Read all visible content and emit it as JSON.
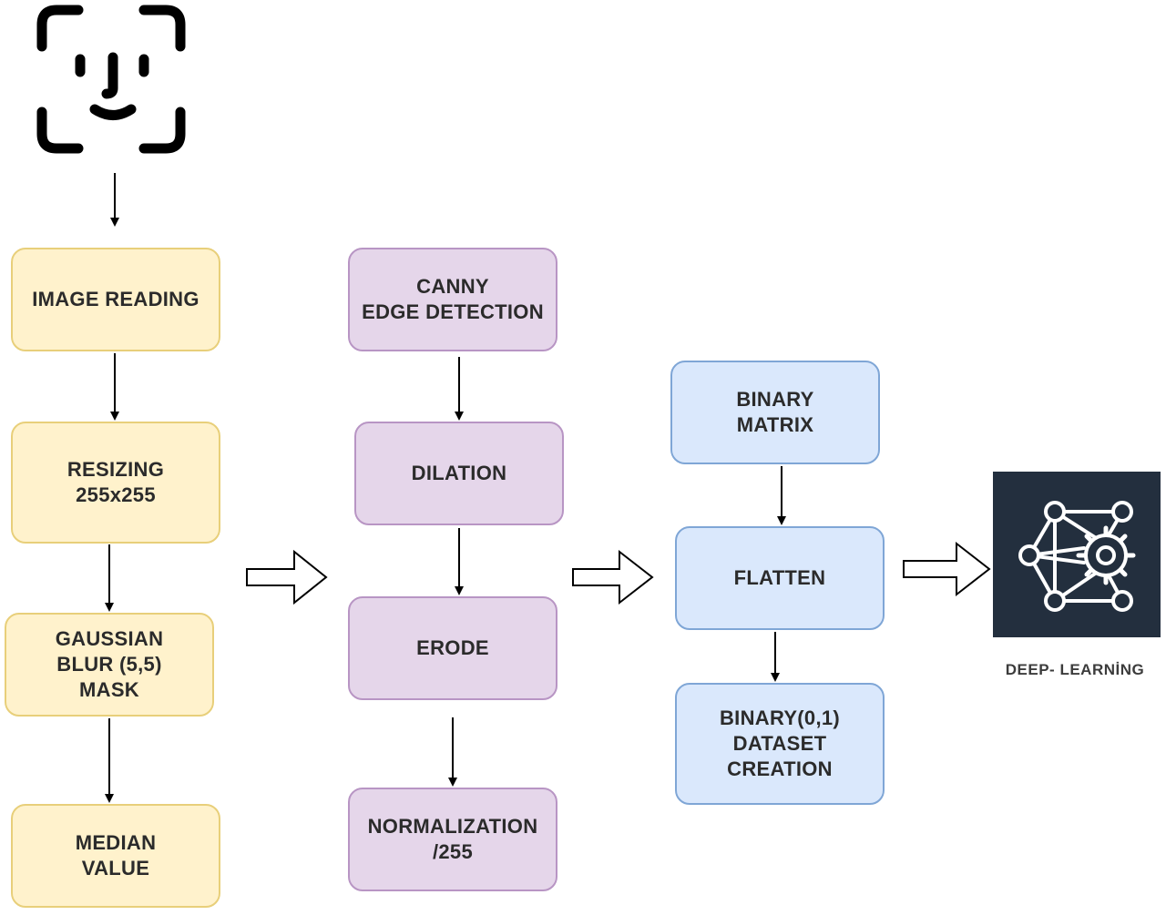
{
  "steps": {
    "image_reading": "IMAGE READING",
    "resizing": "RESIZING\n255x255",
    "gaussian_blur": "GAUSSIAN\nBLUR (5,5)\nMASK",
    "median_value": "MEDIAN\nVALUE",
    "canny": "CANNY\nEDGE DETECTION",
    "dilation": "DILATION",
    "erode": "ERODE",
    "normalization": "NORMALIZATION\n/255",
    "binary_matrix": "BINARY\nMATRIX",
    "flatten": "FLATTEN",
    "binary_dataset": "BINARY(0,1)\nDATASET\nCREATION"
  },
  "deep_learning": {
    "label": "DEEP- LEARNİNG",
    "icon": "neural-network-gear-icon"
  },
  "input_icon": "face-id-icon",
  "colors": {
    "yellow_fill": "#fff2cc",
    "purple_fill": "#e5d6ea",
    "blue_fill": "#dae8fc",
    "dark_tile": "#232f3e"
  }
}
